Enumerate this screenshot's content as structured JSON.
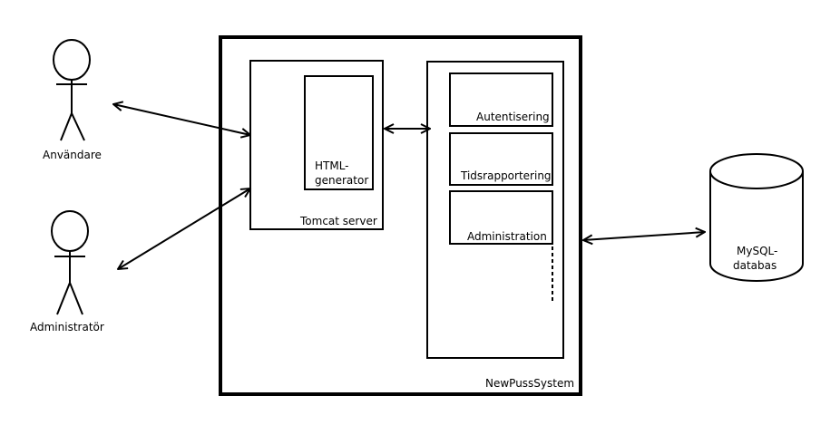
{
  "actors": {
    "user": "Användare",
    "admin": "Administratör"
  },
  "system": {
    "name": "NewPussSystem",
    "web_server": {
      "label": "Tomcat server",
      "html_generator_line1": "HTML-",
      "html_generator_line2": "generator"
    },
    "modules": [
      {
        "label": "Autentisering"
      },
      {
        "label": "Tidsrapportering"
      },
      {
        "label": "Administration"
      }
    ]
  },
  "database": {
    "line1": "MySQL-",
    "line2": "databas"
  }
}
